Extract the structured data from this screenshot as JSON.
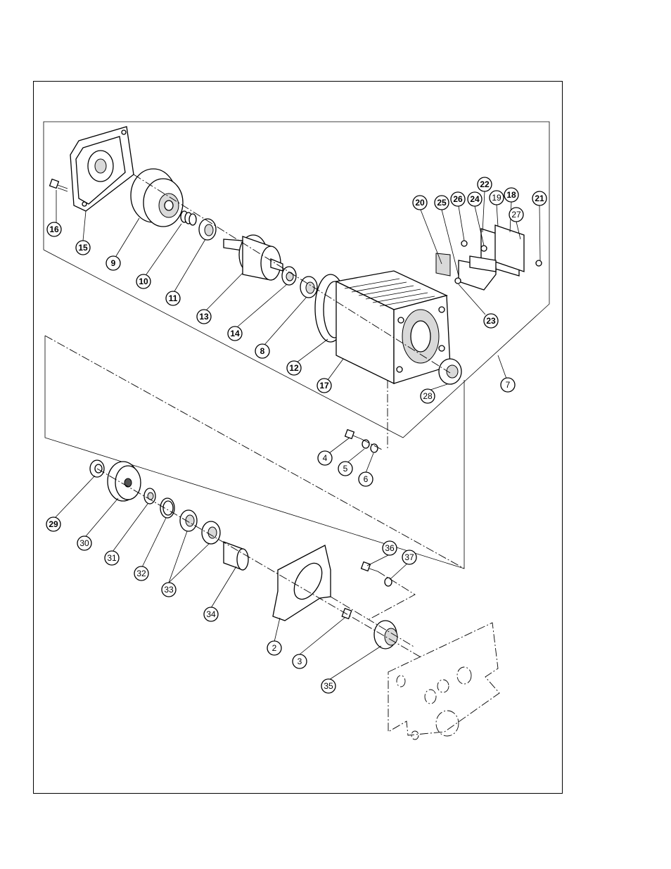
{
  "callouts": [
    {
      "label": "16",
      "bold": true
    },
    {
      "label": "15",
      "bold": true
    },
    {
      "label": "9",
      "bold": true
    },
    {
      "label": "10",
      "bold": true
    },
    {
      "label": "11",
      "bold": true
    },
    {
      "label": "13",
      "bold": true
    },
    {
      "label": "14",
      "bold": true
    },
    {
      "label": "8",
      "bold": true
    },
    {
      "label": "12",
      "bold": true
    },
    {
      "label": "17",
      "bold": true
    },
    {
      "label": "20",
      "bold": true
    },
    {
      "label": "25",
      "bold": true
    },
    {
      "label": "26",
      "bold": true
    },
    {
      "label": "24",
      "bold": true
    },
    {
      "label": "22",
      "bold": true
    },
    {
      "label": "19",
      "bold": false
    },
    {
      "label": "18",
      "bold": true
    },
    {
      "label": "27",
      "bold": false
    },
    {
      "label": "21",
      "bold": true
    },
    {
      "label": "23",
      "bold": true
    },
    {
      "label": "7",
      "bold": false
    },
    {
      "label": "28",
      "bold": false
    },
    {
      "label": "4",
      "bold": false
    },
    {
      "label": "5",
      "bold": false
    },
    {
      "label": "6",
      "bold": false
    },
    {
      "label": "29",
      "bold": true
    },
    {
      "label": "30",
      "bold": false
    },
    {
      "label": "31",
      "bold": false
    },
    {
      "label": "32",
      "bold": false
    },
    {
      "label": "33",
      "bold": false
    },
    {
      "label": "34",
      "bold": false
    },
    {
      "label": "36",
      "bold": false
    },
    {
      "label": "37",
      "bold": false
    },
    {
      "label": "2",
      "bold": false
    },
    {
      "label": "3",
      "bold": false
    },
    {
      "label": "35",
      "bold": false
    }
  ]
}
